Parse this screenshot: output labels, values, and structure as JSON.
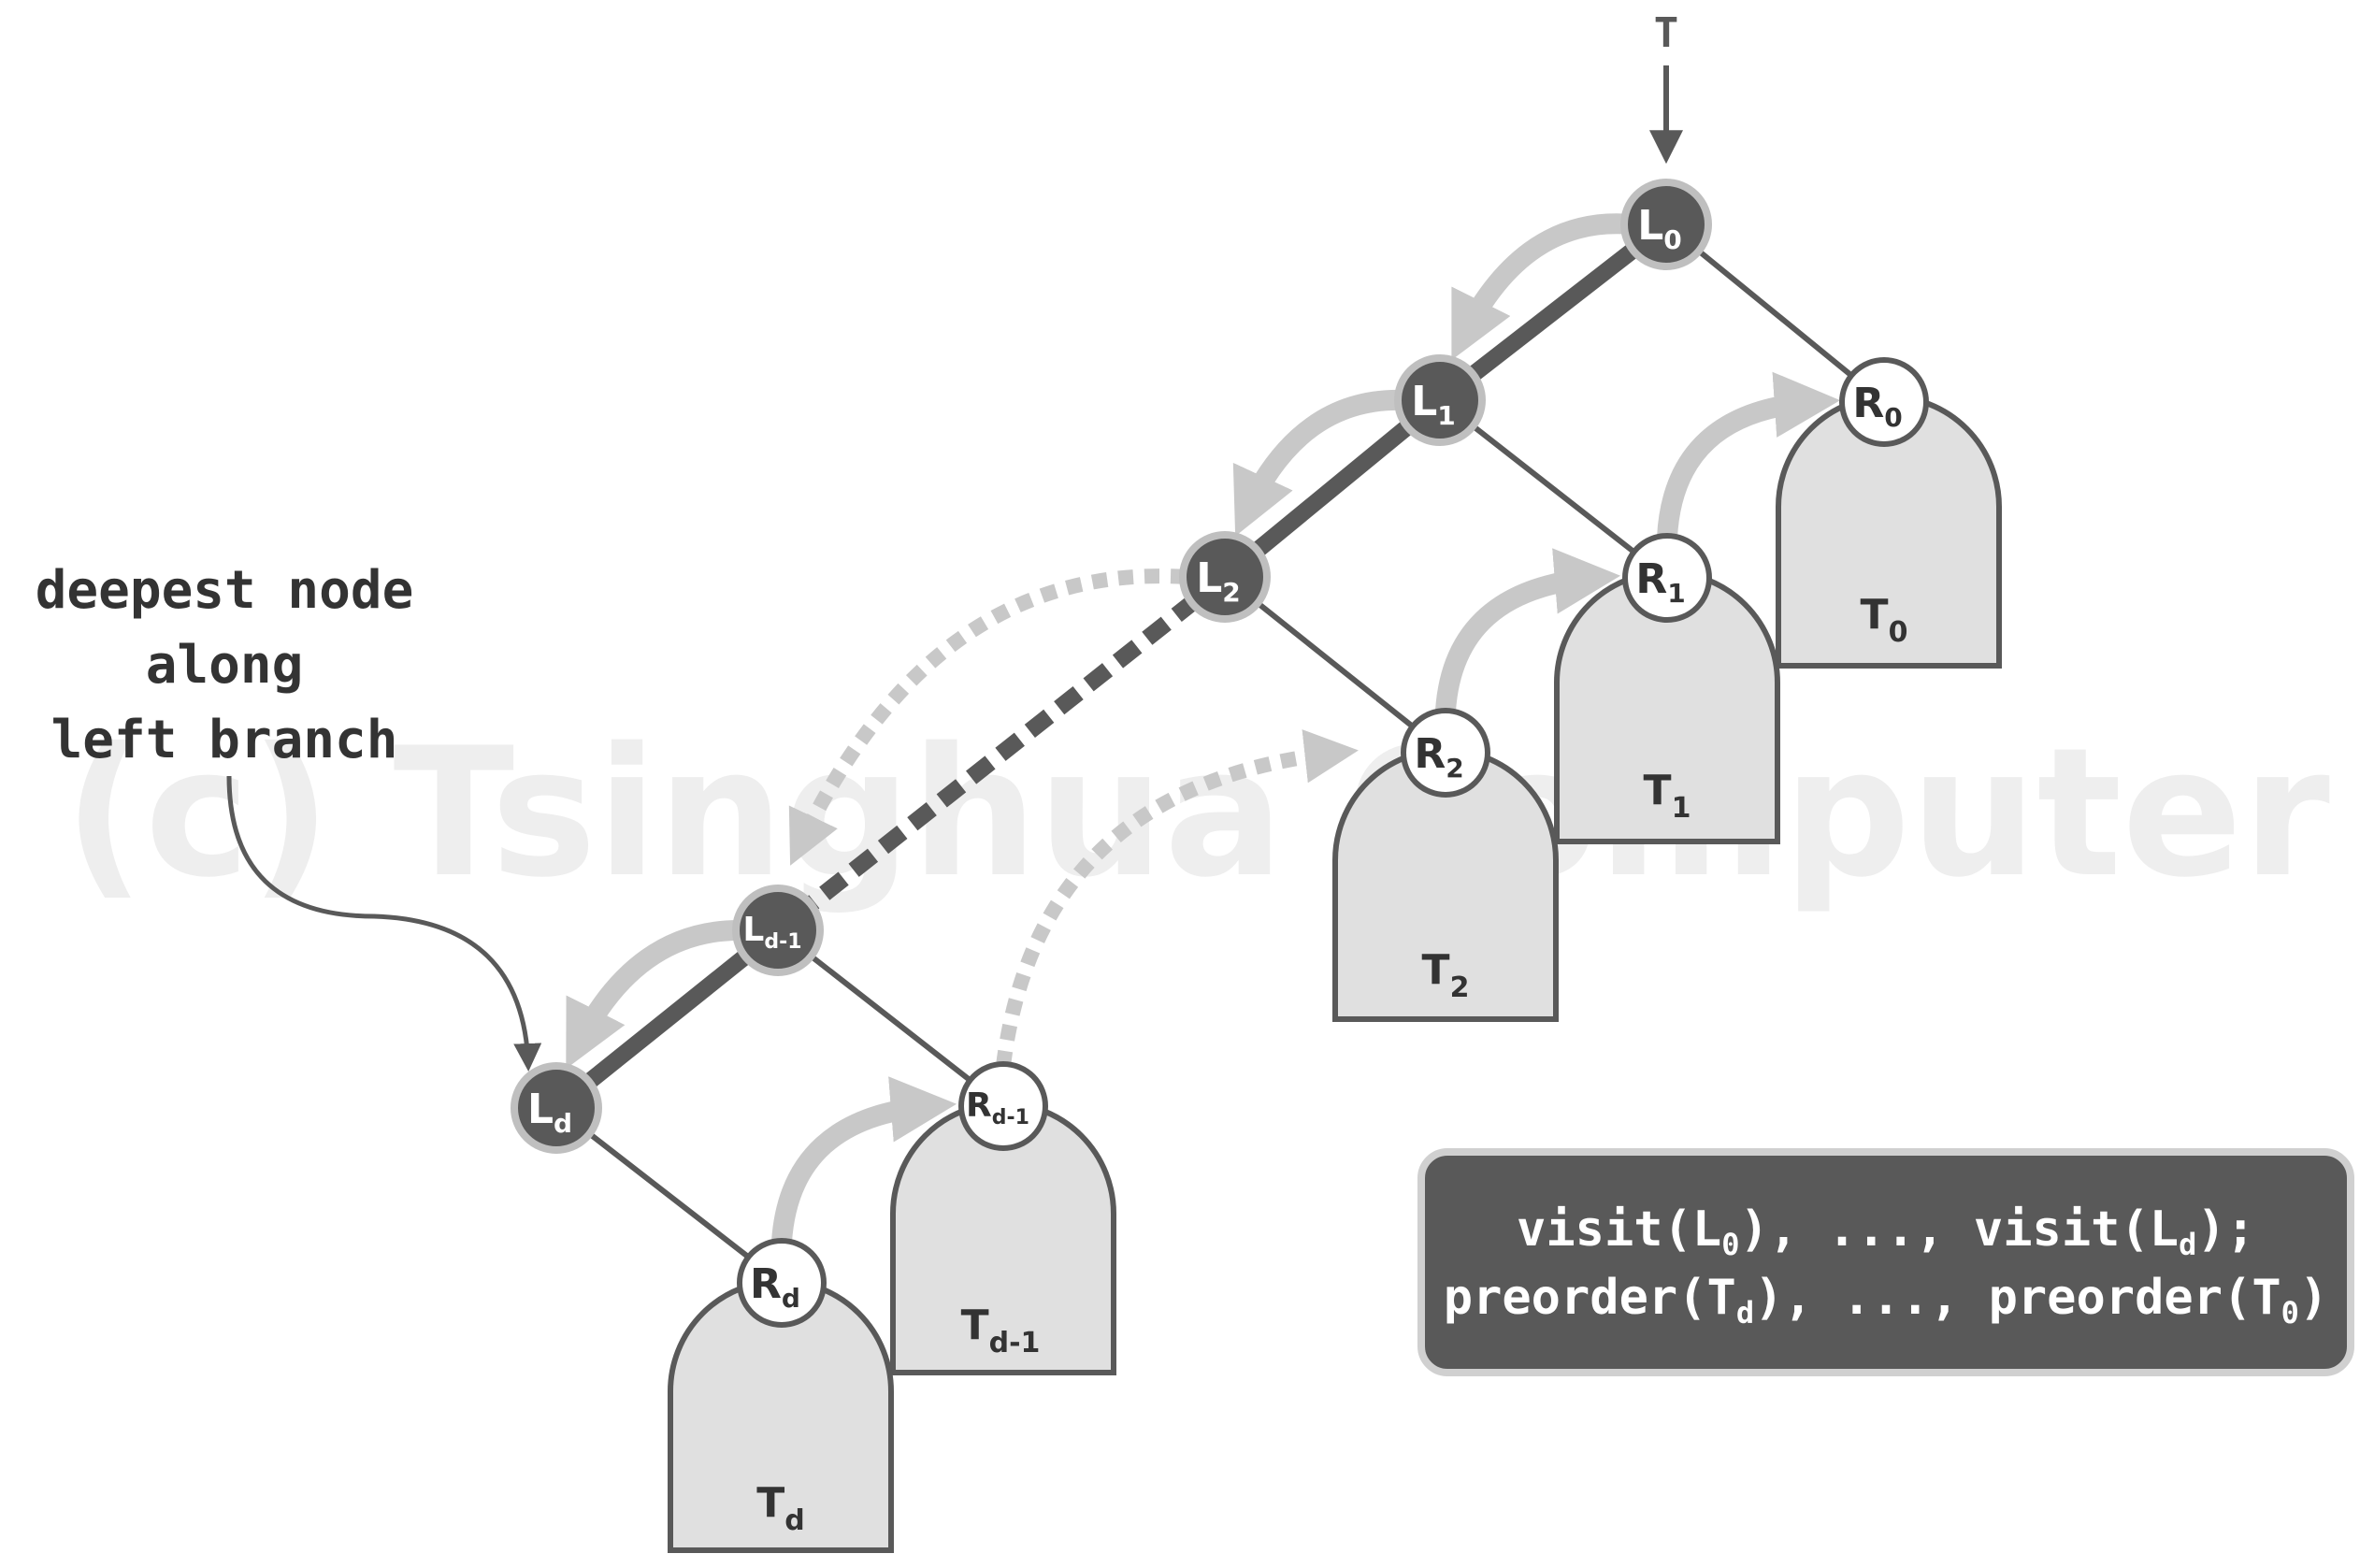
{
  "root_label": "T",
  "annotation": {
    "line1": "deepest node",
    "line2": "along",
    "line3": "left branch"
  },
  "watermark": "(c) Tsinghua Computer",
  "left_nodes": [
    {
      "base": "L",
      "sub": "0"
    },
    {
      "base": "L",
      "sub": "1"
    },
    {
      "base": "L",
      "sub": "2"
    },
    {
      "base": "L",
      "sub": "d-1"
    },
    {
      "base": "L",
      "sub": "d"
    }
  ],
  "right_nodes": [
    {
      "base": "R",
      "sub": "0"
    },
    {
      "base": "R",
      "sub": "1"
    },
    {
      "base": "R",
      "sub": "2"
    },
    {
      "base": "R",
      "sub": "d-1"
    },
    {
      "base": "R",
      "sub": "d"
    }
  ],
  "subtrees": [
    {
      "base": "T",
      "sub": "0"
    },
    {
      "base": "T",
      "sub": "1"
    },
    {
      "base": "T",
      "sub": "2"
    },
    {
      "base": "T",
      "sub": "d-1"
    },
    {
      "base": "T",
      "sub": "d"
    }
  ],
  "code_box": {
    "line1": [
      "visit(L",
      "0",
      "), ..., visit(L",
      "d",
      ");"
    ],
    "line2": [
      "preorder(T",
      "d",
      "), ..., preorder(T",
      "0",
      ")"
    ]
  },
  "colors": {
    "dark_node": "#595959",
    "node_border": "#bfbfbf",
    "edge": "#595959",
    "light_arrow": "#c8c8c8",
    "subtree_fill": "#e0e0e0",
    "code_box_bg": "#595959"
  }
}
